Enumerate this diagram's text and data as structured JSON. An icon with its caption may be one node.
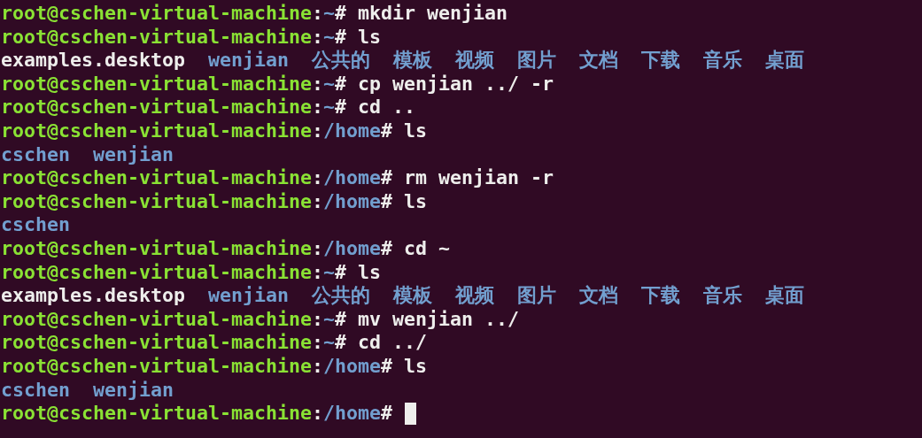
{
  "diagram": {
    "labels": [
      "root@cschen-virtual-machine:~# mkdir wenjian",
      "root@cschen-virtual-machine:~# ls",
      "examples.desktop  wenjian  公共的  模板  视频  图片  文档  下载  音乐  桌面",
      "root@cschen-virtual-machine:~# cp wenjian ../ -r",
      "root@cschen-virtual-machine:~# cd ..",
      "root@cschen-virtual-machine:/home# ls",
      "cschen  wenjian",
      "root@cschen-virtual-machine:/home# rm wenjian -r",
      "root@cschen-virtual-machine:/home# ls",
      "cschen",
      "root@cschen-virtual-machine:/home# cd ~",
      "root@cschen-virtual-machine:~# ls",
      "examples.desktop  wenjian  公共的  模板  视频  图片  文档  下载  音乐  桌面",
      "root@cschen-virtual-machine:~# mv wenjian ../",
      "root@cschen-virtual-machine:~# cd ../",
      "root@cschen-virtual-machine:/home# ls",
      "cschen  wenjian",
      "root@cschen-virtual-machine:/home#"
    ]
  }
}
